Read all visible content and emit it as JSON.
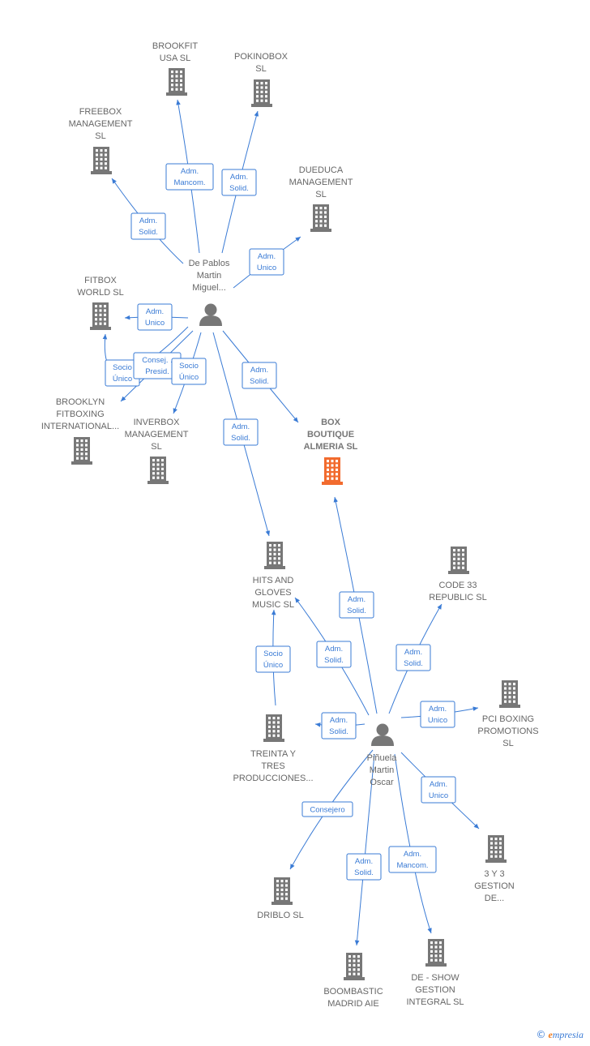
{
  "colors": {
    "edge": "#3a7bd5",
    "node": "#777777",
    "focus": "#f26b2e"
  },
  "nodes": [
    {
      "id": "brookfit",
      "type": "company",
      "icon": "building-icon",
      "lines": [
        "BROOKFIT",
        "USA  SL"
      ]
    },
    {
      "id": "pokinobox",
      "type": "company",
      "icon": "building-icon",
      "lines": [
        "POKINOBOX",
        "SL"
      ]
    },
    {
      "id": "freebox",
      "type": "company",
      "icon": "building-icon",
      "lines": [
        "FREEBOX",
        "MANAGEMENT",
        "SL"
      ]
    },
    {
      "id": "dueduca",
      "type": "company",
      "icon": "building-icon",
      "lines": [
        "DUEDUCA",
        "MANAGEMENT",
        "SL"
      ]
    },
    {
      "id": "depablos",
      "type": "person",
      "icon": "person-icon",
      "lines": [
        "De Pablos",
        "Martin",
        "Miguel..."
      ]
    },
    {
      "id": "fitbox",
      "type": "company",
      "icon": "building-icon",
      "lines": [
        "FITBOX",
        "WORLD  SL"
      ]
    },
    {
      "id": "brooklyn",
      "type": "company",
      "icon": "building-icon",
      "lines": [
        "BROOKLYN",
        "FITBOXING",
        "INTERNATIONAL..."
      ]
    },
    {
      "id": "inverbox",
      "type": "company",
      "icon": "building-icon",
      "lines": [
        "INVERBOX",
        "MANAGEMENT",
        "SL"
      ]
    },
    {
      "id": "boxboutique",
      "type": "company",
      "icon": "building-icon",
      "focus": true,
      "lines": [
        "BOX",
        "BOUTIQUE",
        "ALMERIA  SL"
      ]
    },
    {
      "id": "hits",
      "type": "company",
      "icon": "building-icon",
      "lines": [
        "HITS AND",
        "GLOVES",
        "MUSIC  SL"
      ]
    },
    {
      "id": "code33",
      "type": "company",
      "icon": "building-icon",
      "lines": [
        "CODE 33",
        "REPUBLIC  SL"
      ]
    },
    {
      "id": "pci",
      "type": "company",
      "icon": "building-icon",
      "lines": [
        "PCI BOXING",
        "PROMOTIONS",
        "SL"
      ]
    },
    {
      "id": "treinta",
      "type": "company",
      "icon": "building-icon",
      "lines": [
        "TREINTA Y",
        "TRES",
        "PRODUCCIONES..."
      ]
    },
    {
      "id": "pinuela",
      "type": "person",
      "icon": "person-icon",
      "lines": [
        "Piñuela",
        "Martin",
        "Oscar"
      ]
    },
    {
      "id": "tresytres",
      "type": "company",
      "icon": "building-icon",
      "lines": [
        "3 Y 3",
        "GESTION",
        "DE..."
      ]
    },
    {
      "id": "driblo",
      "type": "company",
      "icon": "building-icon",
      "lines": [
        "DRIBLO SL"
      ]
    },
    {
      "id": "boombastic",
      "type": "company",
      "icon": "building-icon",
      "lines": [
        "BOOMBASTIC",
        "MADRID AIE"
      ]
    },
    {
      "id": "deshow",
      "type": "company",
      "icon": "building-icon",
      "lines": [
        "DE -  SHOW",
        "GESTION",
        "INTEGRAL SL"
      ]
    }
  ],
  "edges": [
    {
      "from": "depablos",
      "to": "brookfit",
      "label": [
        "Adm.",
        "Mancom."
      ]
    },
    {
      "from": "depablos",
      "to": "pokinobox",
      "label": [
        "Adm.",
        "Solid."
      ]
    },
    {
      "from": "depablos",
      "to": "freebox",
      "label": [
        "Adm.",
        "Solid."
      ]
    },
    {
      "from": "depablos",
      "to": "dueduca",
      "label": [
        "Adm.",
        "Unico"
      ]
    },
    {
      "from": "depablos",
      "to": "fitbox",
      "label": [
        "Adm.",
        "Unico"
      ]
    },
    {
      "from": "depablos",
      "to": "fitbox",
      "label": [
        "Socio",
        "Único"
      ]
    },
    {
      "from": "depablos",
      "to": "brooklyn",
      "label": [
        "Consej. .",
        "Presid."
      ]
    },
    {
      "from": "depablos",
      "to": "inverbox",
      "label": [
        "Socio",
        "Único"
      ]
    },
    {
      "from": "depablos",
      "to": "boxboutique",
      "label": [
        "Adm.",
        "Solid."
      ]
    },
    {
      "from": "depablos",
      "to": "hits",
      "label": [
        "Adm.",
        "Solid."
      ]
    },
    {
      "from": "pinuela",
      "to": "boxboutique",
      "label": [
        "Adm.",
        "Solid."
      ]
    },
    {
      "from": "pinuela",
      "to": "hits",
      "label": [
        "Adm.",
        "Solid."
      ]
    },
    {
      "from": "pinuela",
      "to": "code33",
      "label": [
        "Adm.",
        "Solid."
      ]
    },
    {
      "from": "treinta",
      "to": "hits",
      "label": [
        "Socio",
        "Único"
      ]
    },
    {
      "from": "pinuela",
      "to": "treinta",
      "label": [
        "Adm.",
        "Solid."
      ]
    },
    {
      "from": "pinuela",
      "to": "pci",
      "label": [
        "Adm.",
        "Unico"
      ]
    },
    {
      "from": "pinuela",
      "to": "tresytres",
      "label": [
        "Adm.",
        "Unico"
      ]
    },
    {
      "from": "pinuela",
      "to": "driblo",
      "label": [
        "Consejero"
      ]
    },
    {
      "from": "pinuela",
      "to": "boombastic",
      "label": [
        "Adm.",
        "Solid."
      ]
    },
    {
      "from": "pinuela",
      "to": "deshow",
      "label": [
        "Adm.",
        "Mancom."
      ]
    }
  ],
  "brand": {
    "copyright": "©",
    "first": "e",
    "rest": "mpresia"
  }
}
